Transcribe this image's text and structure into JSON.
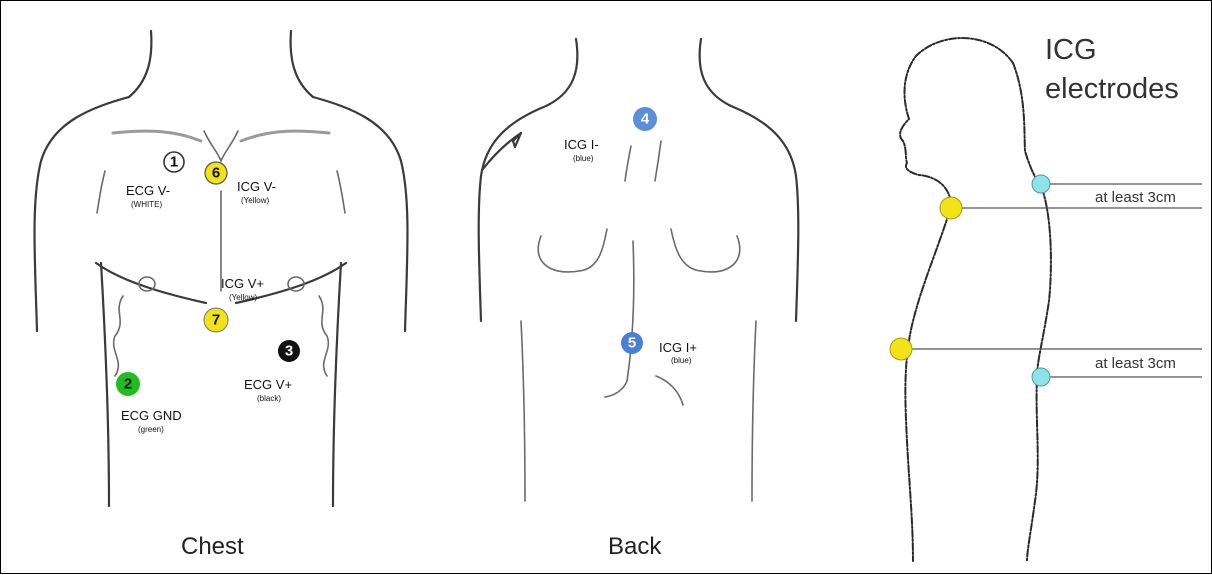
{
  "panels": {
    "chest": {
      "title": "Chest",
      "electrodes": [
        {
          "number": "1",
          "name": "ECG V-",
          "color_note": "(WHITE)",
          "fill": "#ffffff",
          "text_color": "#111111"
        },
        {
          "number": "2",
          "name": "ECG GND",
          "color_note": "(green)",
          "fill": "#22bb22",
          "text_color": "#111111"
        },
        {
          "number": "3",
          "name": "ECG V+",
          "color_note": "(black)",
          "fill": "#111111",
          "text_color": "#ffffff"
        },
        {
          "number": "6",
          "name": "ICG V-",
          "color_note": "(Yellow)",
          "fill": "#f2e21a",
          "text_color": "#111111"
        },
        {
          "number": "7",
          "name": "ICG V+",
          "color_note": "(Yellow)",
          "fill": "#f2e21a",
          "text_color": "#111111"
        }
      ]
    },
    "back": {
      "title": "Back",
      "electrodes": [
        {
          "number": "4",
          "name": "ICG I-",
          "color_note": "(blue)",
          "fill": "#5b8fd9",
          "text_color": "#ffffff"
        },
        {
          "number": "5",
          "name": "ICG I+",
          "color_note": "(blue)",
          "fill": "#4a7fd6",
          "text_color": "#ffffff"
        }
      ]
    },
    "side": {
      "title_line1": "ICG",
      "title_line2": "electrodes",
      "distance_labels": [
        "at least 3cm",
        "at least 3cm"
      ],
      "colors": {
        "yellow": "#f2e21a",
        "cyan": "#8fe3e8"
      }
    }
  }
}
